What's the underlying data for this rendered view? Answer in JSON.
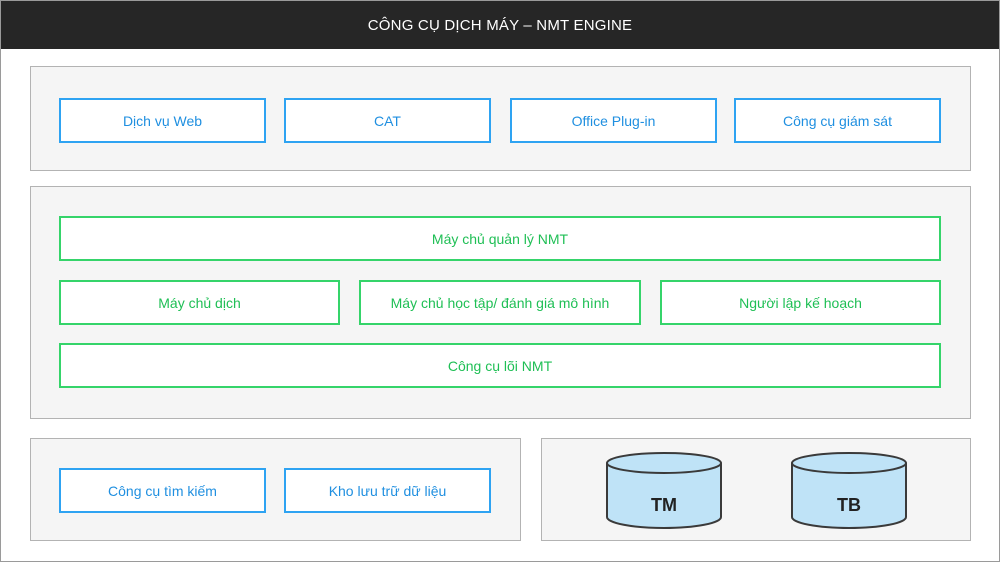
{
  "header": {
    "title": "CÔNG CỤ DỊCH MÁY – NMT ENGINE"
  },
  "top_layer": {
    "boxes": [
      "Dịch vụ Web",
      "CAT",
      "Office Plug-in",
      "Công cụ giám sát"
    ]
  },
  "middle_layer": {
    "manager": "Máy chủ quản lý NMT",
    "servers": [
      "Máy chủ dịch",
      "Máy chủ học tập/ đánh giá mô hình",
      "Người lập kế hoạch"
    ],
    "core": "Công cụ lõi NMT"
  },
  "bottom_left": {
    "boxes": [
      "Công cụ tìm kiếm",
      "Kho lưu trữ dữ liệu"
    ]
  },
  "bottom_right": {
    "databases": [
      "TM",
      "TB"
    ]
  },
  "colors": {
    "header_bg": "#262626",
    "blue_accent": "#2ea3f2",
    "green_accent": "#35d46a",
    "db_fill": "#bfe3f7"
  }
}
